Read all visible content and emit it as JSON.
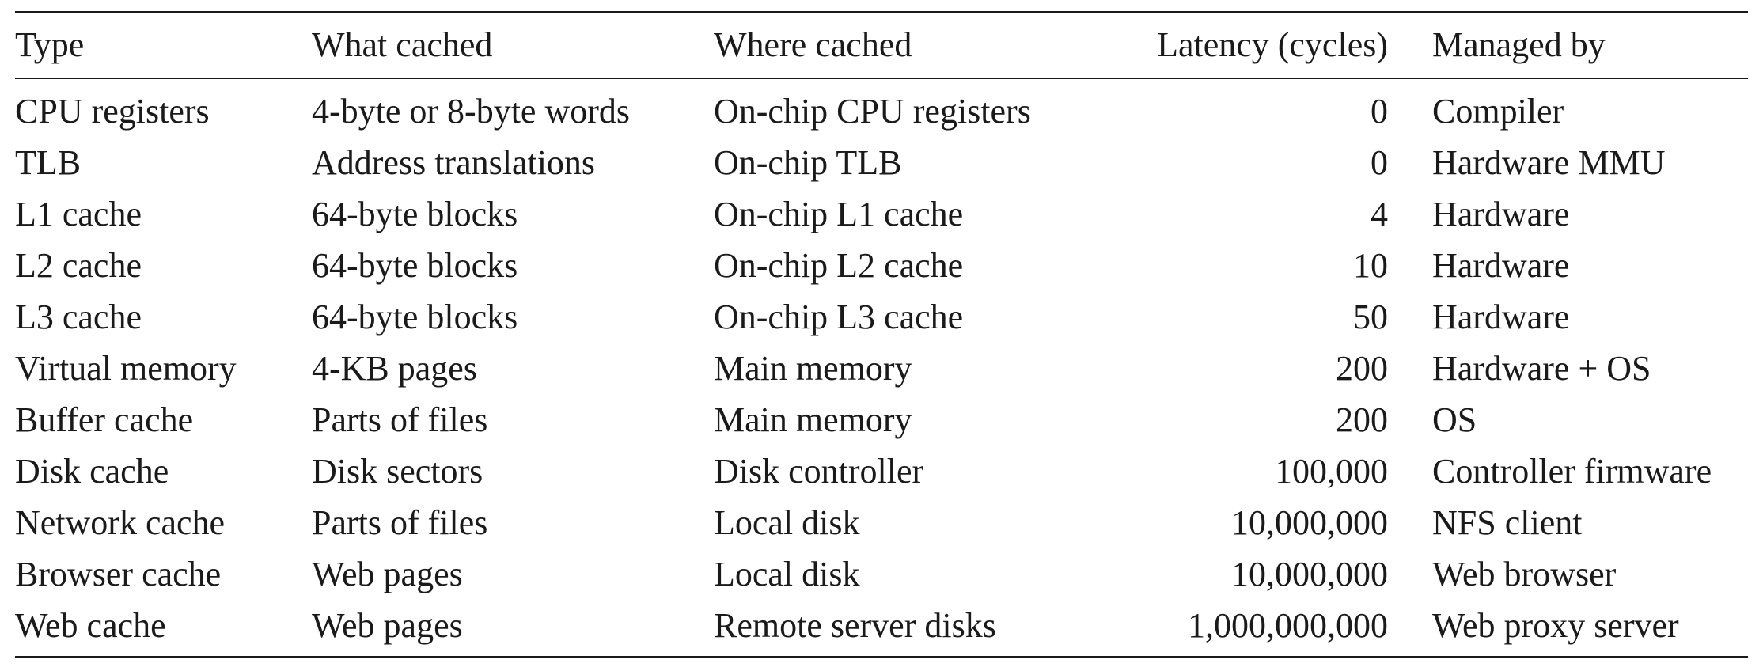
{
  "table": {
    "headers": [
      "Type",
      "What cached",
      "Where cached",
      "Latency (cycles)",
      "Managed by"
    ],
    "rows": [
      [
        "CPU registers",
        "4-byte or 8-byte words",
        "On-chip CPU registers",
        "0",
        "Compiler"
      ],
      [
        "TLB",
        "Address translations",
        "On-chip TLB",
        "0",
        "Hardware MMU"
      ],
      [
        "L1 cache",
        "64-byte blocks",
        "On-chip L1 cache",
        "4",
        "Hardware"
      ],
      [
        "L2 cache",
        "64-byte blocks",
        "On-chip L2 cache",
        "10",
        "Hardware"
      ],
      [
        "L3 cache",
        "64-byte blocks",
        "On-chip L3 cache",
        "50",
        "Hardware"
      ],
      [
        "Virtual memory",
        "4-KB pages",
        "Main memory",
        "200",
        "Hardware + OS"
      ],
      [
        "Buffer cache",
        "Parts of files",
        "Main memory",
        "200",
        "OS"
      ],
      [
        "Disk cache",
        "Disk sectors",
        "Disk controller",
        "100,000",
        "Controller firmware"
      ],
      [
        "Network cache",
        "Parts of files",
        "Local disk",
        "10,000,000",
        "NFS client"
      ],
      [
        "Browser cache",
        "Web pages",
        "Local disk",
        "10,000,000",
        "Web browser"
      ],
      [
        "Web cache",
        "Web pages",
        "Remote server disks",
        "1,000,000,000",
        "Web proxy server"
      ]
    ]
  }
}
